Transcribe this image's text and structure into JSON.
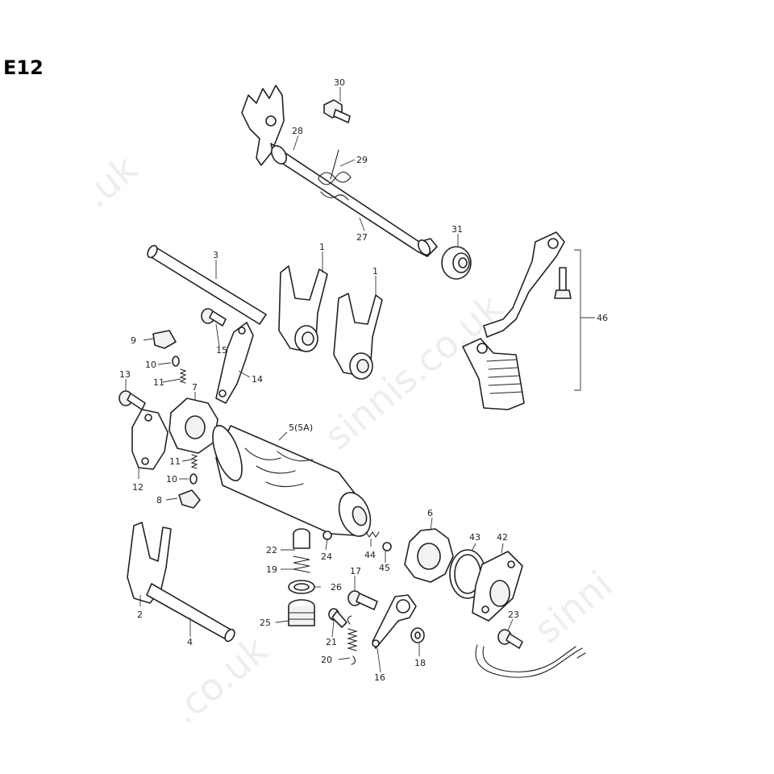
{
  "title": "E12",
  "callouts": {
    "c1a": "1",
    "c1b": "1",
    "c2": "2",
    "c3": "3",
    "c4": "4",
    "c5": "5(5A)",
    "c6": "6",
    "c7": "7",
    "c8": "8",
    "c9": "9",
    "c10a": "10",
    "c10b": "10",
    "c11a": "11",
    "c11b": "11",
    "c12": "12",
    "c13": "13",
    "c14": "14",
    "c15": "15",
    "c16": "16",
    "c17": "17",
    "c18": "18",
    "c19": "19",
    "c20": "20",
    "c21": "21",
    "c22": "22",
    "c23": "23",
    "c24": "24",
    "c25": "25",
    "c26": "26",
    "c27": "27",
    "c28": "28",
    "c29": "29",
    "c30": "30",
    "c31": "31",
    "c42": "42",
    "c43": "43",
    "c44": "44",
    "c45": "45",
    "c46": "46"
  }
}
